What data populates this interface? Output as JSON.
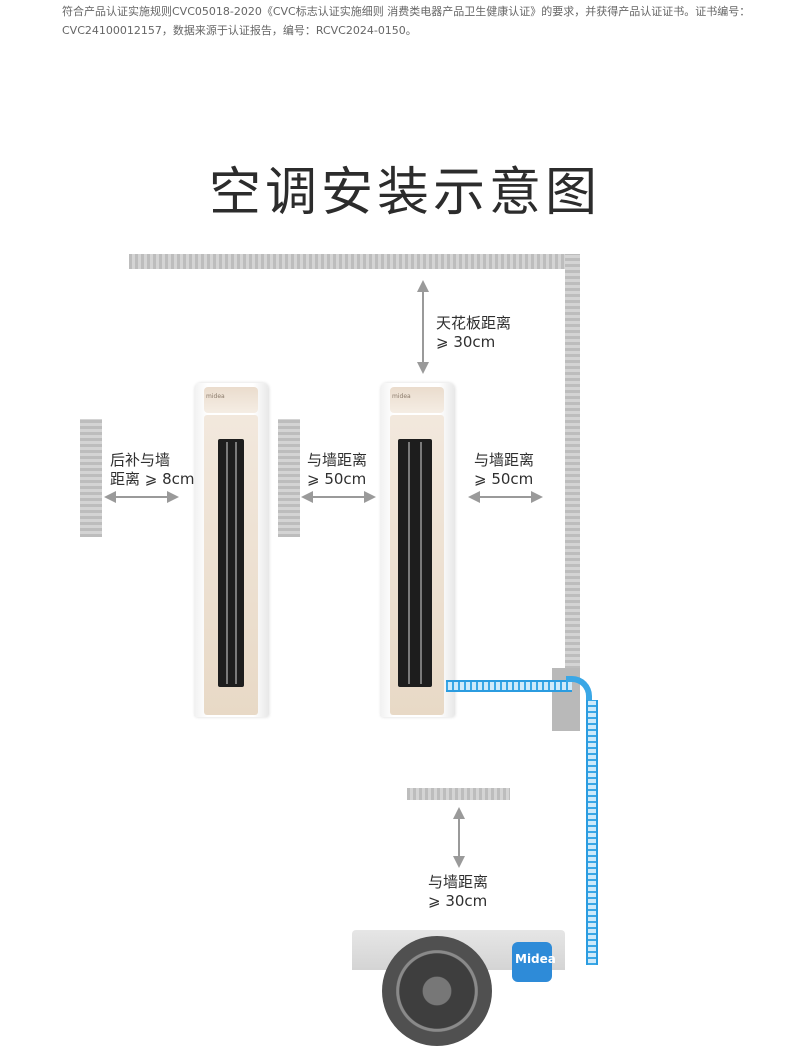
{
  "certification": {
    "line1": "符合产品认证实施规则CVC05018-2020《CVC标志认证实施细则 消费类电器产品卫生健康认证》的要求，并获得产品认证证书。证书编号：",
    "line2": "CVC24100012157，数据来源于认证报告，编号：RCVC2024-0150。"
  },
  "title": "空调安装示意图",
  "labels": {
    "back_wall_line1": "后补与墙",
    "back_wall_line2": "距离 ⩾ 8cm",
    "side_wall_a_line1": "与墙距离",
    "side_wall_a_line2": "⩾ 50cm",
    "ceiling_line1": "天花板距离",
    "ceiling_line2": "⩾ 30cm",
    "side_wall_b_line1": "与墙距离",
    "side_wall_b_line2": "⩾ 50cm",
    "outdoor_line1": "与墙距离",
    "outdoor_line2": "⩾ 30cm"
  },
  "brand_logo": "Midea",
  "unit_badge": "midea",
  "colors": {
    "pipe": "#3aa7e6",
    "wall": "#c8c8c8",
    "title": "#2c2c2c",
    "arrow": "#9a9a9a"
  }
}
